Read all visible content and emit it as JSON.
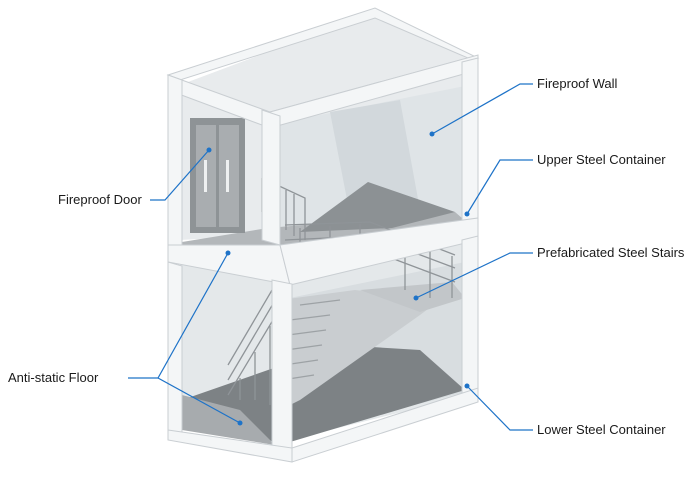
{
  "labels": {
    "fireproof_wall": "Fireproof Wall",
    "upper_steel_container": "Upper Steel Container",
    "prefabricated_steel_stairs": "Prefabricated Steel Stairs",
    "lower_steel_container": "Lower Steel Container",
    "fireproof_door": "Fireproof Door",
    "anti_static_floor": "Anti-static Floor"
  },
  "colors": {
    "leader": "#1e73c8",
    "frame": "#f4f6f7",
    "frame_edge": "#c9ced2",
    "glass": "#dfe3e6",
    "floor": "#9ea3a6",
    "rail": "#8f9498"
  }
}
